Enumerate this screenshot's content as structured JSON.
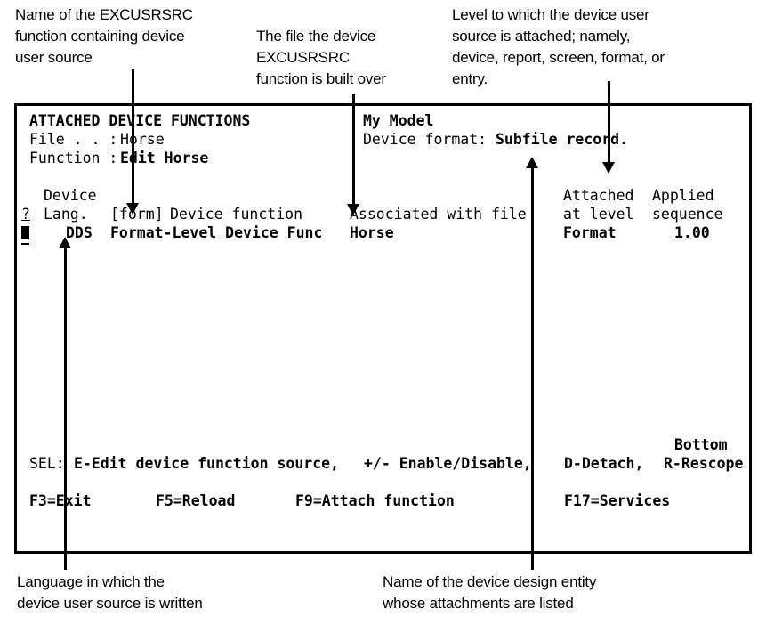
{
  "annotations": {
    "top_left": "Name of the EXCUSRSRC\nfunction containing device\nuser source",
    "top_mid": "The file the device\nEXCUSRSRC\nfunction is built over",
    "top_right": "Level to which the device user\nsource is attached; namely,\ndevice, report, screen, format, or\nentry.",
    "bottom_left": "Language in which the\ndevice user source is written",
    "bottom_right": "Name of the device design entity\nwhose attachments are listed"
  },
  "terminal": {
    "title": "ATTACHED DEVICE FUNCTIONS",
    "model": "My Model",
    "file_label": "File . . :",
    "file_value": "Horse",
    "device_format_label": "Device format:",
    "device_format_value": "Subfile record.",
    "function_label": "Function :",
    "function_value": "Edit Horse",
    "col_device": "Device",
    "col_select": "?",
    "col_lang": "Lang.",
    "col_format": "[form]",
    "col_device_function": "Device function",
    "col_associated": "Associated with file",
    "col_attached_1": "Attached",
    "col_attached_2": "at level",
    "col_applied_1": "Applied",
    "col_applied_2": "sequence",
    "row": {
      "lang": "DDS",
      "device_function": "Format-Level Device Func",
      "associated_file": "Horse",
      "attached_level": "Format",
      "applied_sequence": "1.00"
    },
    "bottom_marker": "Bottom",
    "sel_prefix": "SEL:",
    "sel_edit": "E-Edit device function source,",
    "sel_enable": "+/- Enable/Disable,",
    "sel_detach": "D-Detach,",
    "sel_rescope": "R-Rescope",
    "fkey_f3": "F3=Exit",
    "fkey_f5": "F5=Reload",
    "fkey_f9": "F9=Attach function",
    "fkey_f17": "F17=Services"
  }
}
